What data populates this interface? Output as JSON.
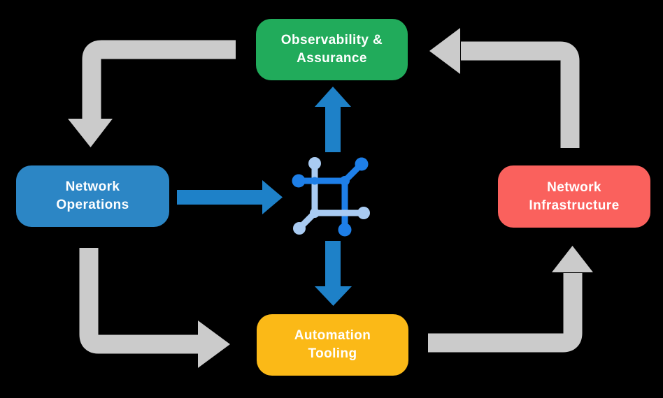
{
  "colors": {
    "background": "#000000",
    "node-observability": "#21AB5B",
    "node-operations": "#2C86C5",
    "node-infrastructure": "#FA615D",
    "node-automation": "#FBB917",
    "arrow-gray": "#CBCBCB",
    "arrow-blue": "#1E81C8",
    "icon-dark-blue": "#1E7FE8",
    "icon-light-blue": "#A9CBF2",
    "label-text": "#FFFFFF"
  },
  "nodes": [
    {
      "id": "observability-assurance",
      "label": "Observability &\nAssurance"
    },
    {
      "id": "network-operations",
      "label": "Network\nOperations"
    },
    {
      "id": "network-infrastructure",
      "label": "Network\nInfrastructure"
    },
    {
      "id": "automation-tooling",
      "label": "Automation\nTooling"
    }
  ],
  "center_icon": "network-automation-icon",
  "edges": [
    {
      "from": "observability-assurance",
      "to": "network-operations",
      "style": "gray-elbow"
    },
    {
      "from": "network-operations",
      "to": "automation-tooling",
      "style": "gray-elbow"
    },
    {
      "from": "automation-tooling",
      "to": "network-infrastructure",
      "style": "gray-elbow"
    },
    {
      "from": "network-infrastructure",
      "to": "observability-assurance",
      "style": "gray-elbow"
    },
    {
      "from": "network-operations",
      "to": "center-icon",
      "style": "blue-straight"
    },
    {
      "from": "center-icon",
      "to": "observability-assurance",
      "style": "blue-straight"
    },
    {
      "from": "center-icon",
      "to": "automation-tooling",
      "style": "blue-straight"
    }
  ]
}
